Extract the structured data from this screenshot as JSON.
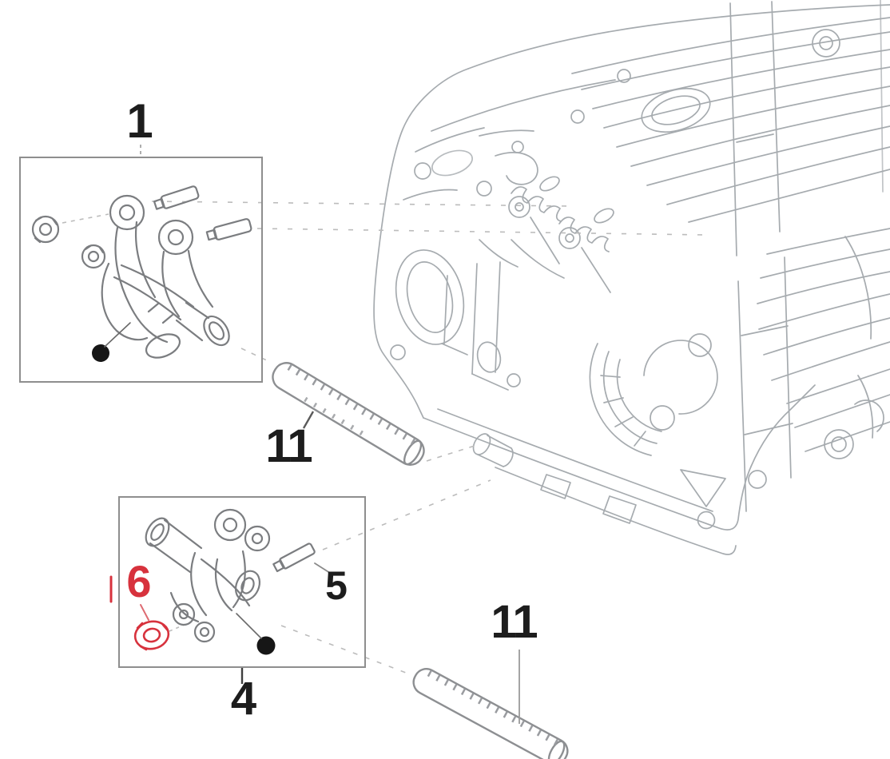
{
  "diagram": {
    "background_color": "#ffffff",
    "head_line_color": "#a6abaf",
    "part_line_color": "#7b7d80",
    "frame_color": "#8e8e8e",
    "label_color": "#1d1d1d",
    "highlight_color": "#d7323d",
    "callouts": {
      "box1": {
        "label": "1"
      },
      "shaft_upper": {
        "label": "11"
      },
      "box4": {
        "label": "4"
      },
      "screw5": {
        "label": "5"
      },
      "nut6": {
        "label": "6"
      },
      "shaft_lower": {
        "label": "11"
      }
    }
  }
}
